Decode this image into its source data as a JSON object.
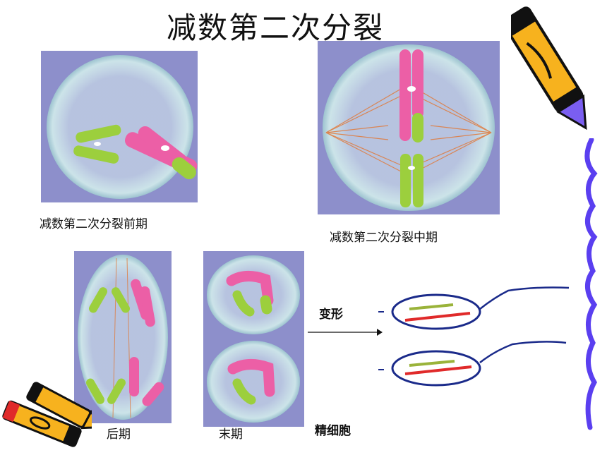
{
  "title": "减数第二次分裂",
  "captions": {
    "prophase": "减数第二次分裂前期",
    "metaphase": "减数第二次分裂中期",
    "anaphase": "后期",
    "telophase": "末期",
    "transform": "变形",
    "sperm": "精细胞"
  },
  "colors": {
    "panel_bg": "#8d8fcb",
    "pink": "#ec5fa6",
    "green": "#9ccf3d",
    "cell_ring": "#cfe7e6",
    "sperm_outline": "#1a2a8a",
    "crayon_yellow": "#f7b21e",
    "crayon_purple": "#7a5ef0",
    "pen_blue": "#5a3ff0"
  },
  "icons": [
    "yellow-crayon-icon",
    "crayon-pile-icon",
    "arrow-right-icon",
    "sperm-cell-icon"
  ]
}
